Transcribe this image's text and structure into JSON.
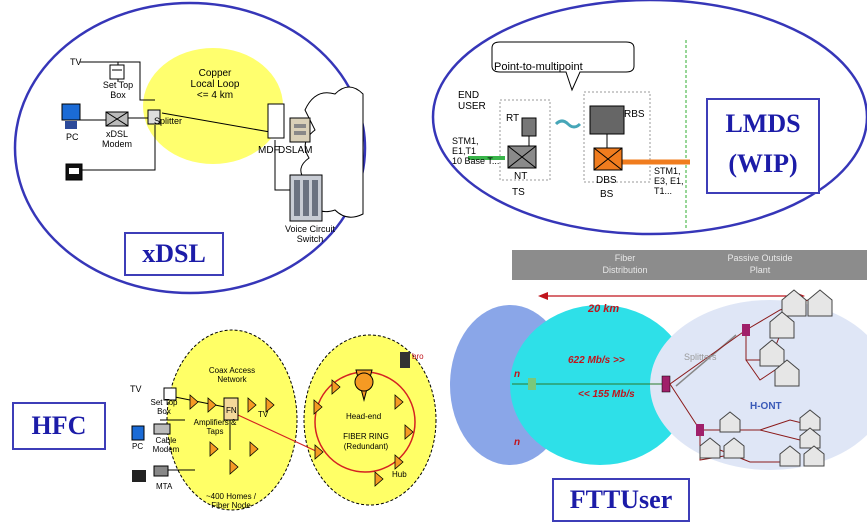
{
  "xdsl": {
    "tv": "TV",
    "settop": "Set Top\nBox",
    "pc": "PC",
    "modem": "xDSL\nModem",
    "splitter": "Splitter",
    "loop": "Copper\nLocal Loop\n<= 4 km",
    "mdf": "MDF",
    "dslam": "DSLAM",
    "voice": "Voice Circuit\nSwitch",
    "title": "xDSL"
  },
  "lmds": {
    "callout": "Point-to-multipoint",
    "end_user": "END\nUSER",
    "stm_left": "STM1,\nE1,T1\n10 Base T...",
    "rt": "RT",
    "nt": "NT",
    "ts": "TS",
    "rbs": "RBS",
    "dbs": "DBS",
    "bs": "BS",
    "stm_right": "STM1,\nE3, E1,\nT1...",
    "title": "LMDS\n(WIP)"
  },
  "hfc": {
    "tv": "TV",
    "settop": "Set Top\nBox",
    "pc": "PC",
    "cable_modem": "Cable\nModem",
    "mta": "MTA",
    "coax": "Coax Access\nNetwork",
    "amps": "Amplifiers &\nTaps",
    "fn": "FN",
    "tv2": "TV",
    "homes": "~400 Homes /\nFiber Node",
    "headend": "Head-end",
    "ring": "FIBER RING\n(Redundant)",
    "hub": "Hub",
    "brd": "bro",
    "title": "HFC"
  },
  "ftth": {
    "hdr_left": "Fiber\nDistribution",
    "hdr_right": "Passive Outside\nPlant",
    "distance": "20 km",
    "down": "622 Mb/s >>",
    "up": "<< 155 Mb/s",
    "splitters": "Splitters",
    "hont": "H-ONT",
    "edge1": "n",
    "edge2": "n",
    "title": "FTTUser"
  }
}
